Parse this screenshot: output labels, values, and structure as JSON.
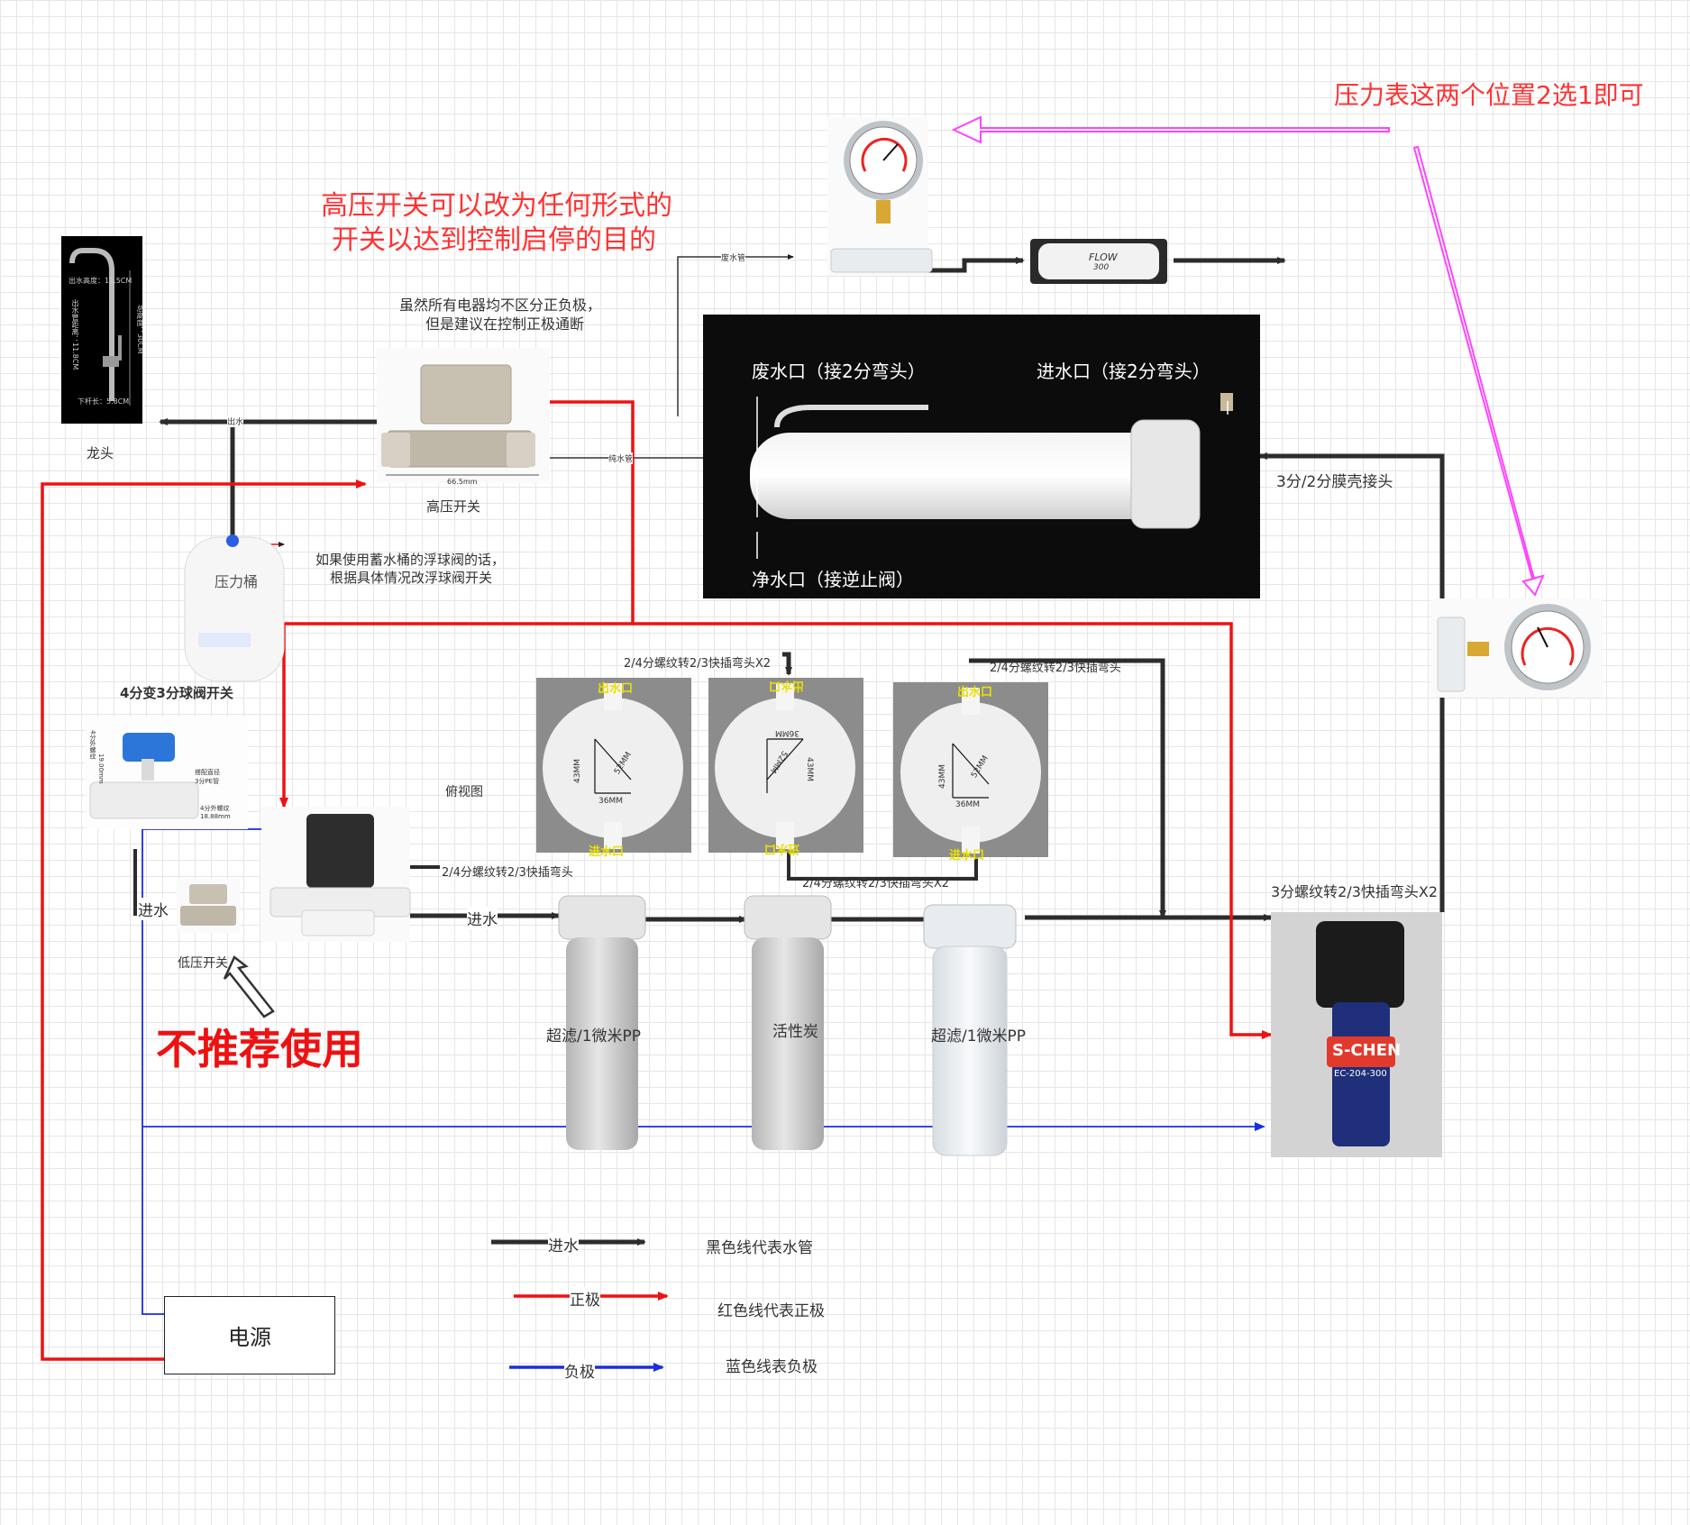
{
  "colors": {
    "water": "#2c2c2c",
    "positive": "#ee1111",
    "negative": "#1a2ee0",
    "highlight": "#ff3333",
    "magenta": "#ff44ff",
    "yellow": "#e9e000"
  },
  "icons": [
    "faucet-photo",
    "high-pressure-switch-photo",
    "pressure-tank-photo",
    "ball-valve-photo",
    "solenoid-valve-photo",
    "low-pressure-switch-photo",
    "pressure-gauge-photo",
    "flow-restrictor-photo",
    "ro-membrane-photo",
    "filter-housing-photo",
    "filter-head-photo",
    "booster-pump-photo",
    "hollow-up-arrow-icon"
  ],
  "notes": {
    "gauge_choice": "压力表这两个位置2选1即可",
    "high_switch_line1": "高压开关可以改为任何形式的",
    "high_switch_line2": "开关以达到控制启停的目的",
    "polarity_line1": "虽然所有电器均不区分正负极，",
    "polarity_line2": "但是建议在控制正极通断",
    "float_line1": "如果使用蓄水桶的浮球阀的话，",
    "float_line2": "根据具体情况改浮球阀开关",
    "not_recommended": "不推荐使用"
  },
  "components": {
    "faucet": "龙头",
    "faucet_spec_1": "出水高度：11.5CM",
    "faucet_spec_2": "总高度：30CM",
    "faucet_spec_3": "出水管距离：11.8CM",
    "faucet_spec_4": "下杆长：5.8CM",
    "high_switch": "高压开关",
    "high_switch_dim": "66.5mm",
    "pressure_tank": "压力桶",
    "ball_valve": "4分变3分球阀开关",
    "ball_valve_spec_1": "4分外螺纹",
    "ball_valve_spec_2": "19.00mm",
    "ball_valve_spec_3": "搭配直径",
    "ball_valve_spec_4": "3分PE管",
    "ball_valve_spec_5": "4分外螺纹",
    "ball_valve_spec_6": "18.88mm",
    "low_switch": "低压开关",
    "power": "电源",
    "flow_text": "FLOW",
    "flow_num": "300",
    "pump_brand": "S-CHEN",
    "pump_model": "EC-204-300",
    "filter1": "超滤/1微米PP",
    "filter2": "活性炭",
    "filter3": "超滤/1微米PP",
    "top_view": "俯视图",
    "membrane_waste": "废水口（接2分弯头）",
    "membrane_inlet": "进水口（接2分弯头）",
    "membrane_clean": "净水口（接逆止阀）",
    "membrane_shell": "3分/2分膜壳接头"
  },
  "pipe_labels": {
    "waste_pipe": "废水管",
    "pure_pipe": "纯水管",
    "outlet_pipe": "出水",
    "inlet_1": "进水",
    "inlet_2": "进水",
    "fit_top_a": "2/4分螺纹转2/3快插弯头X2",
    "fit_top_c": "2/4分螺纹转2/3快插弯头",
    "fit_mid_a": "2/4分螺纹转2/3快插弯头",
    "fit_bot_b": "2/4分螺纹转2/3快插弯头X2",
    "fit_pump": "3分螺纹转2/3快插弯头X2"
  },
  "heads": {
    "out": "出水口",
    "in": "进水口",
    "dim_43": "43MM",
    "dim_52": "52MM",
    "dim_36": "36MM"
  },
  "legend": [
    {
      "inline": "进水",
      "desc": "黑色线代表水管"
    },
    {
      "inline": "正极",
      "desc": "红色线代表正极"
    },
    {
      "inline": "负极",
      "desc": "蓝色线表负极"
    }
  ]
}
